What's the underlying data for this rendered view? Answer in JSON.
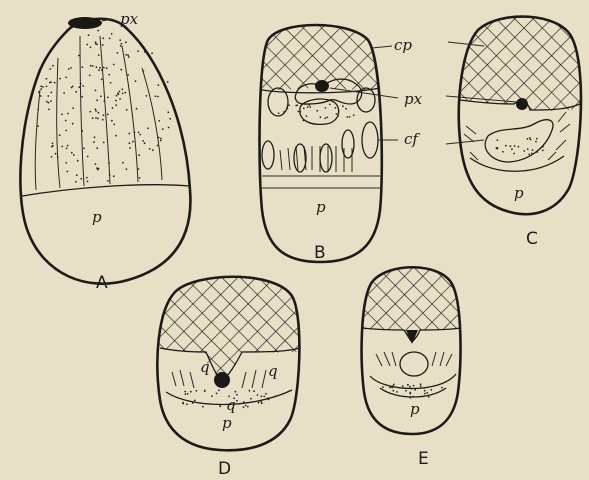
{
  "figure": {
    "labels": {
      "px": "px",
      "p": "p",
      "cp": "cp",
      "cf": "cf",
      "q": "q"
    },
    "captions": [
      "A",
      "B",
      "C",
      "D",
      "E"
    ]
  }
}
